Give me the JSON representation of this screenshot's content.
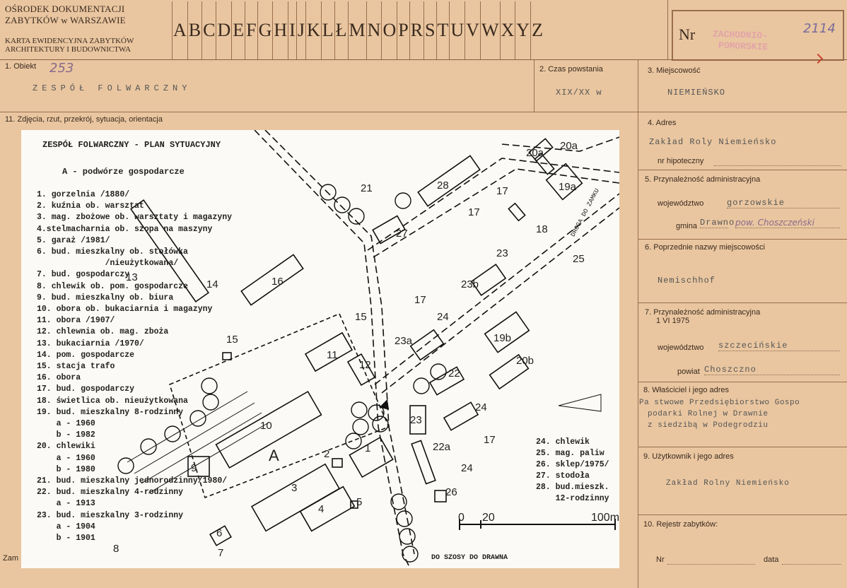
{
  "header": {
    "org_line1": "OŚRODEK DOKUMENTACJI",
    "org_line2": "ZABYTKÓW w WARSZAWIE",
    "card_line1": "KARTA EWIDENCYJNA ZABYTKÓW",
    "card_line2": "ARCHITEKTURY I BUDOWNICTWA",
    "alphabet": [
      "A",
      "B",
      "C",
      "D",
      "E",
      "F",
      "G",
      "H",
      "I",
      "J",
      "K",
      "L",
      "Ł",
      "M",
      "N",
      "O",
      "P",
      "R",
      "S",
      "T",
      "U",
      "V",
      "W",
      "X",
      "Y",
      "Z"
    ],
    "nr_label": "Nr",
    "nr_stamp_line1": "ZACHODNIO-",
    "nr_stamp_line2": "POMORSKIE",
    "nr_handwritten": "2114"
  },
  "fields": {
    "obiekt_label": "1. Obiekt",
    "obiekt_hand": "253",
    "obiekt_value": "ZESPÓŁ FOLWARCZNY",
    "czas_label": "2. Czas powstania",
    "czas_value": "XIX/XX w",
    "miejsc_label": "3. Miejscowość",
    "miejsc_value": "NIEMIEŃSKO",
    "zdjecia_label": "11. Zdjęcia, rzut, przekrój, sytuacja, orientacja",
    "adres_label": "4. Adres",
    "adres_value": "Zakład Roly Niemieńsko",
    "hipoteczny_label": "nr hipoteczny",
    "przyn_label": "5. Przynależność administracyjna",
    "woj_label": "województwo",
    "woj_value": "gorzowskie",
    "gmina_label": "gmina",
    "gmina_value": "Drawno",
    "gmina_hand": "pow. Choszczeński",
    "poprzednie_label": "6. Poprzednie nazwy miejscowości",
    "poprzednie_value": "Nemischhof",
    "przyn2_label": "7. Przynależność administracyjna",
    "przyn2_date": "1 VI 1975",
    "woj2_label": "województwo",
    "woj2_value": "szczecińskie",
    "powiat_label": "powiat",
    "powiat_value": "Choszczno",
    "wlasciciel_label": "8. Właściciel i jego adres",
    "wlasciciel_line1": "Pa stwowe Przedsiębiorstwo Gospo",
    "wlasciciel_line2": "podarki Rolnej w Drawnie",
    "wlasciciel_line3": "z siedzibą w Podegrodziu",
    "uzytkownik_label": "9. Użytkownik i jego adres",
    "uzytkownik_value": "Zakład Rolny Niemieńsko",
    "rejestr_label": "10. Rejestr zabytków:",
    "nr_label": "Nr",
    "data_label": "data",
    "bottom_left": "Zam"
  },
  "map": {
    "title": "ZESPÓŁ FOLWARCZNY - PLAN SYTUACYJNY",
    "subtitle": "A - podwórze gospodarcze",
    "legend": [
      "1. gorzelnia /1880/",
      "2. kuźnia ob. warsztat",
      "3. mag. zbożowe ob. warsztaty i magazyny",
      "4.stelmacharnia ob. szopa na maszyny",
      "5. garaż /1981/",
      "6. bud. mieszkalny ob. stołówka",
      "              /nieużytkowana/",
      "7. bud. gospodarczy",
      "8. chlewik ob. pom. gospodarcze",
      "9. bud. mieszkalny ob. biura",
      "10. obora ob. bukaciarnia i magazyny",
      "11. obora /1907/",
      "12. chlewnia ob. mag. zboża",
      "13. bukaciarnia /1970/",
      "14. pom. gospodarcze",
      "15. stacja trafo",
      "16. obora",
      "17. bud. gospodarczy",
      "18. świetlica ob. nieużytkowana",
      "19. bud. mieszkalny 8-rodzinny",
      "    a - 1960",
      "    b - 1982",
      "20. chlewiki",
      "    a - 1960",
      "    b - 1980",
      "21. bud. mieszkalny jednorodzinny/1980/",
      "22. bud. mieszkalny 4-rodzinny",
      "    a - 1913",
      "23. bud. mieszkalny 3-rodzinny",
      "    a - 1904",
      "    b - 1901"
    ],
    "legend2": [
      "24. chlewik",
      "25. mag. paliw",
      "26. sklep/1975/",
      "27. stodoła",
      "28. bud.mieszk.",
      "    12-rodzinny"
    ],
    "road_label_top": "DROGA DO ZAMKU",
    "road_label_bottom": "DO SZOSY DO DRAWNA",
    "scale_0": "0",
    "scale_20": "20",
    "scale_100": "100m",
    "area_label": "A",
    "numbers": {
      "n1": "1",
      "n2": "2",
      "n3": "3",
      "n4": "4",
      "n5": "5",
      "n6": "6",
      "n7": "7",
      "n8": "8",
      "n9": "9",
      "n10": "10",
      "n11": "11",
      "n12": "12",
      "n13": "13",
      "n14": "14",
      "n15a": "15",
      "n15b": "15",
      "n16": "16",
      "n17a": "17",
      "n17b": "17",
      "n17c": "17",
      "n17d": "17",
      "n18": "18",
      "n19a": "19a",
      "n19b": "19b",
      "n20a": "20a",
      "n20a2": "20a",
      "n20b": "20b",
      "n21": "21",
      "n22": "22",
      "n22a": "22a",
      "n23": "23",
      "n23a": "23a",
      "n23b": "23b",
      "n23c": "23",
      "n24a": "24",
      "n24b": "24",
      "n24c": "24",
      "n25": "25",
      "n26": "26",
      "n27": "27",
      "n28": "28"
    }
  }
}
